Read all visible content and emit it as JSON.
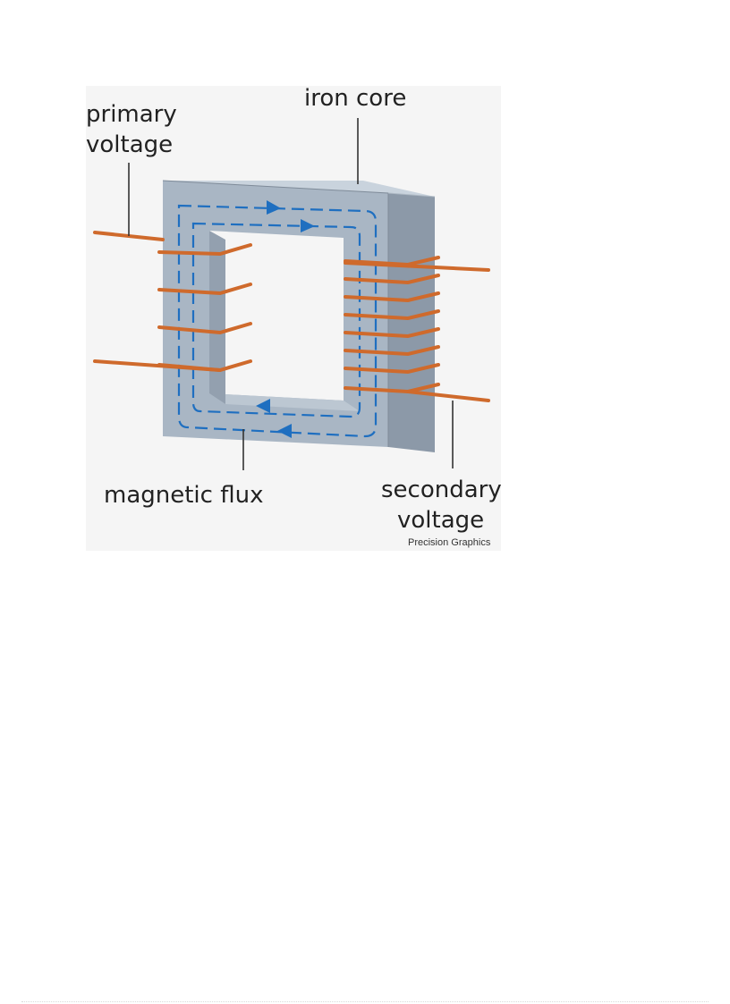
{
  "diagram": {
    "labels": {
      "primary_line1": "primary",
      "primary_line2": "voltage",
      "iron_core": "iron core",
      "magnetic_flux": "magnetic flux",
      "secondary_line1": "secondary",
      "secondary_line2": "voltage"
    },
    "credit": "Precision Graphics",
    "colors": {
      "core_front": "#a7b4c2",
      "core_side": "#8996a5",
      "core_top": "#c8d2dc",
      "winding": "#cf6a2c",
      "flux": "#1f6fc0",
      "leader": "#333333"
    },
    "primary_turns": 4,
    "secondary_turns": 8
  }
}
